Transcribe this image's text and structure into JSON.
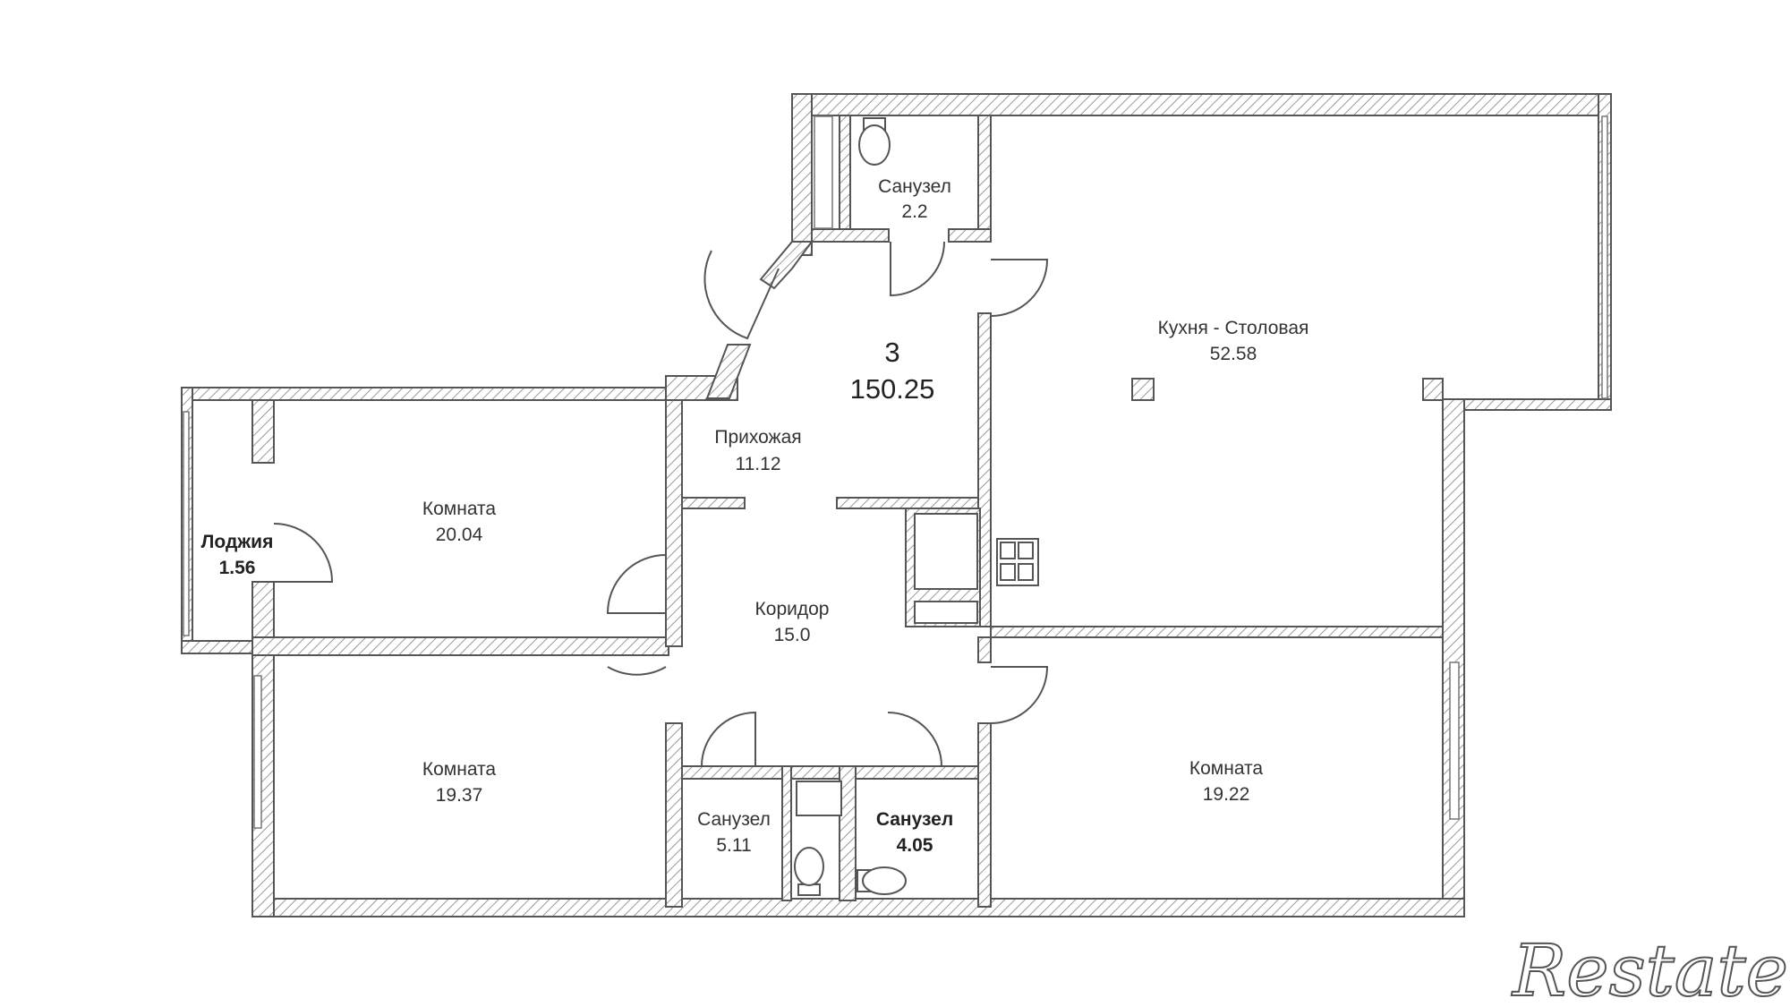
{
  "apartment": {
    "rooms_count": "3",
    "total_area": "150.25"
  },
  "rooms": [
    {
      "id": "bath-top",
      "name": "Санузел",
      "area": "2.2",
      "bold": false
    },
    {
      "id": "kitchen",
      "name": "Кухня - Столовая",
      "area": "52.58",
      "bold": false
    },
    {
      "id": "hall",
      "name": "Прихожая",
      "area": "11.12",
      "bold": false
    },
    {
      "id": "room-left-top",
      "name": "Комната",
      "area": "20.04",
      "bold": false
    },
    {
      "id": "loggia",
      "name": "Лоджия",
      "area": "1.56",
      "bold": true
    },
    {
      "id": "corridor",
      "name": "Коридор",
      "area": "15.0",
      "bold": false
    },
    {
      "id": "room-left-bottom",
      "name": "Комната",
      "area": "19.37",
      "bold": false
    },
    {
      "id": "bath-mid",
      "name": "Санузел",
      "area": "5.11",
      "bold": false
    },
    {
      "id": "bath-right",
      "name": "Санузел",
      "area": "4.05",
      "bold": true
    },
    {
      "id": "room-right-bottom",
      "name": "Комната",
      "area": "19.22",
      "bold": false
    }
  ],
  "brand": {
    "logo_text": "Restate"
  },
  "colors": {
    "wall_stroke": "#555555",
    "hatch": "#999999",
    "text": "#333333"
  }
}
